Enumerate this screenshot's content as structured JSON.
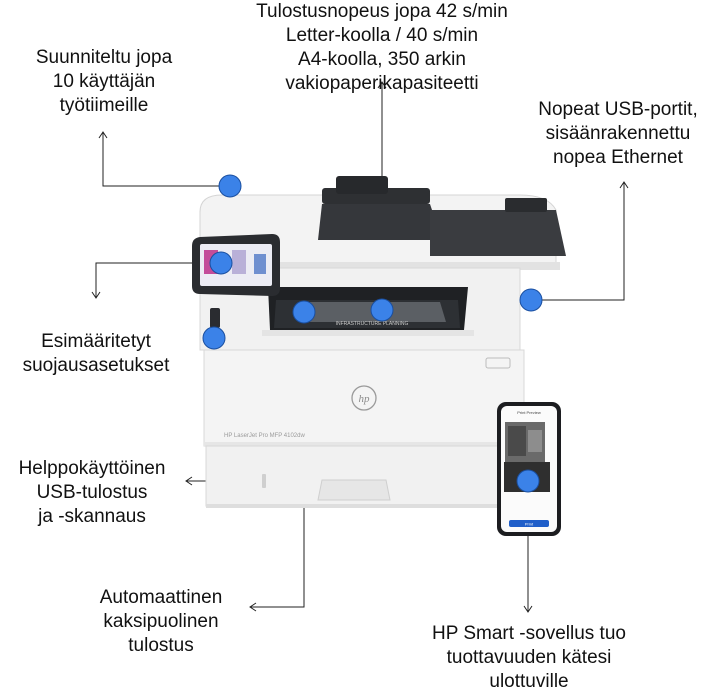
{
  "callouts": {
    "speed": [
      "Tulostusnopeus jopa 42 s/min",
      "Letter-koolla / 40 s/min",
      "A4-koolla, 350 arkin",
      "vakiopaperikapasiteetti"
    ],
    "users": [
      "Suunniteltu jopa",
      "10 käyttäjän",
      "työtiimeille"
    ],
    "usb_ports": [
      "Nopeat USB-portit,",
      "sisäänrakennettu",
      "nopea Ethernet"
    ],
    "security": [
      "Esimääritetyt",
      "suojausasetukset"
    ],
    "usb_print": [
      "Helppokäyttöinen",
      "USB-tulostus",
      "ja -skannaus"
    ],
    "duplex": [
      "Automaattinen",
      "kaksipuolinen",
      "tulostus"
    ],
    "hp_smart": [
      "HP Smart -sovellus tuo",
      "tuottavuuden kätesi",
      "ulottuville"
    ]
  },
  "printer": {
    "model_label": "HP LaserJet Pro MFP 4102dw",
    "brand": "hp",
    "output_tray_text": "INFRASTRUCTURE PLANNING"
  },
  "phone": {
    "screen_title": "Print Preview",
    "button_label": "Print"
  },
  "colors": {
    "hotspot": "#3b82e8",
    "hotspot_stroke": "#1a4fa0",
    "leader": "#222222",
    "printer_body": "#f1f1f1",
    "printer_dark": "#2b2d30"
  }
}
